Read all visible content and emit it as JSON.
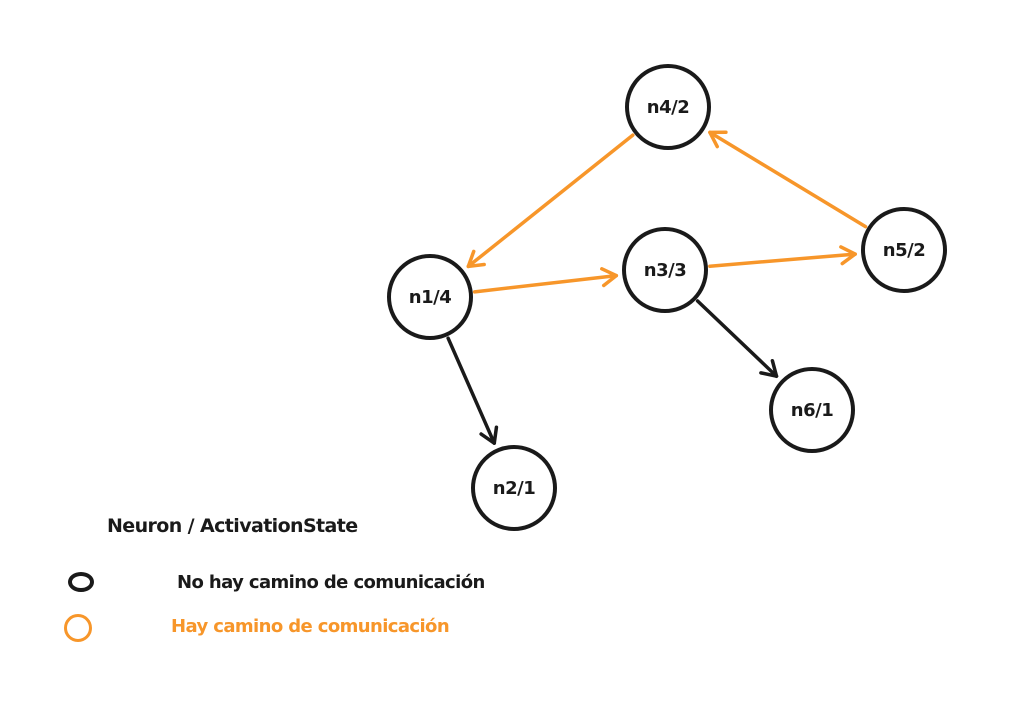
{
  "colors": {
    "inactive": "#1a1a1a",
    "active": "#f7962a"
  },
  "nodes": [
    {
      "id": "n1",
      "label": "n1/4"
    },
    {
      "id": "n2",
      "label": "n2/1"
    },
    {
      "id": "n3",
      "label": "n3/3"
    },
    {
      "id": "n4",
      "label": "n4/2"
    },
    {
      "id": "n5",
      "label": "n5/2"
    },
    {
      "id": "n6",
      "label": "n6/1"
    }
  ],
  "edges": [
    {
      "from": "n4",
      "to": "n1",
      "active": true
    },
    {
      "from": "n1",
      "to": "n3",
      "active": true
    },
    {
      "from": "n3",
      "to": "n5",
      "active": true
    },
    {
      "from": "n5",
      "to": "n4",
      "active": true
    },
    {
      "from": "n1",
      "to": "n2",
      "active": false
    },
    {
      "from": "n3",
      "to": "n6",
      "active": false
    }
  ],
  "legend": {
    "title": "Neuron / ActivationState",
    "no_path_label": "No hay camino de comunicación",
    "path_label": "Hay camino de comunicación"
  }
}
